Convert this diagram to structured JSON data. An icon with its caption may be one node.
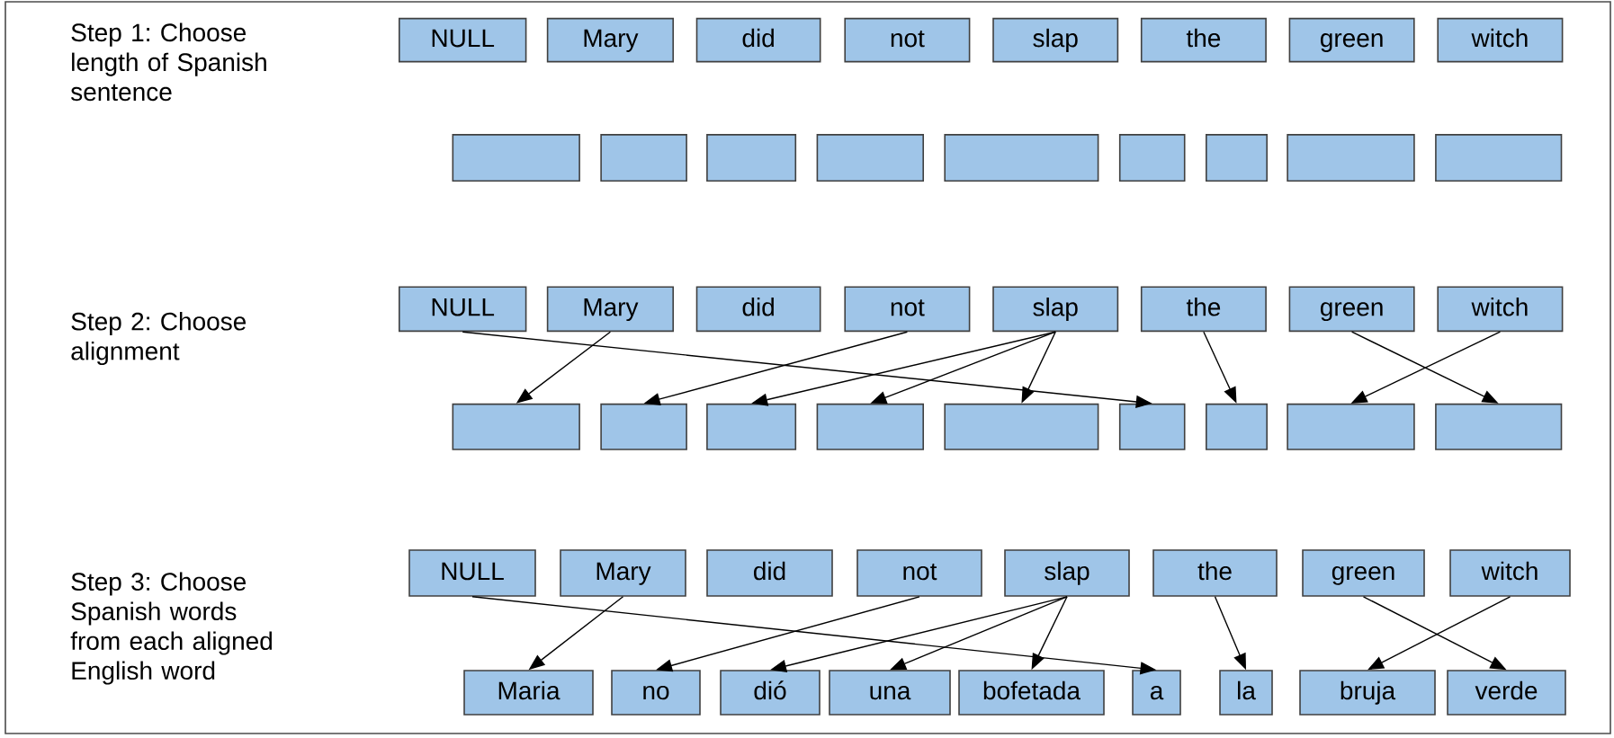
{
  "diagram": {
    "nodes": [
      {
        "text": [
          "NULL"
        ]
      },
      {
        "text": [
          "Mary"
        ]
      },
      {
        "text": [
          "did"
        ]
      },
      {
        "text": [
          "not"
        ]
      },
      {
        "text": [
          "slap"
        ]
      },
      {
        "text": [
          "the"
        ]
      },
      {
        "text": [
          "green"
        ]
      },
      {
        "text": [
          "witch"
        ]
      },
      {
        "text": [],
        "shape": "box"
      },
      {
        "text": [],
        "shape": "box"
      },
      {
        "text": [],
        "shape": "box"
      },
      {
        "text": [],
        "shape": "box"
      },
      {
        "text": [],
        "shape": "box"
      },
      {
        "text": [],
        "shape": "box"
      },
      {
        "text": [],
        "shape": "box"
      },
      {
        "text": [],
        "shape": "box"
      },
      {
        "text": [],
        "shape": "box"
      },
      {
        "text": [
          "NULL"
        ]
      },
      {
        "text": [
          "Mary"
        ]
      },
      {
        "text": [
          "did"
        ]
      },
      {
        "text": [
          "not"
        ]
      },
      {
        "text": [
          "slap"
        ]
      },
      {
        "text": [
          "the"
        ]
      },
      {
        "text": [
          "green"
        ]
      },
      {
        "text": [
          "witch"
        ]
      },
      {
        "text": [],
        "shape": "box"
      },
      {
        "text": [],
        "shape": "box"
      },
      {
        "text": [],
        "shape": "box"
      },
      {
        "text": [],
        "shape": "box"
      },
      {
        "text": [],
        "shape": "box"
      },
      {
        "text": [],
        "shape": "box"
      },
      {
        "text": [],
        "shape": "box"
      },
      {
        "text": [],
        "shape": "box"
      },
      {
        "text": [],
        "shape": "box"
      },
      {
        "text": [
          "NULL"
        ]
      },
      {
        "text": [
          "Mary"
        ]
      },
      {
        "text": [
          "did"
        ]
      },
      {
        "text": [
          "not"
        ]
      },
      {
        "text": [
          "slap"
        ]
      },
      {
        "text": [
          "the"
        ]
      },
      {
        "text": [
          "green"
        ]
      },
      {
        "text": [
          "witch"
        ]
      },
      {
        "text": [
          "Maria"
        ]
      },
      {
        "text": [
          "no"
        ]
      },
      {
        "text": [
          "dió"
        ]
      },
      {
        "text": [
          "una"
        ]
      },
      {
        "text": [
          "bofetada"
        ]
      },
      {
        "text": [
          "a"
        ]
      },
      {
        "text": [
          "la"
        ]
      },
      {
        "text": [
          "bruja"
        ]
      },
      {
        "text": [
          "verde"
        ]
      }
    ],
    "edges": [
      {
        "from": 17,
        "to": 30,
        "arrow": "to"
      },
      {
        "from": 18,
        "to": 25,
        "arrow": "to"
      },
      {
        "from": 20,
        "to": 26,
        "arrow": "to"
      },
      {
        "from": 21,
        "to": 27,
        "arrow": "to"
      },
      {
        "from": 21,
        "to": 28,
        "arrow": "to"
      },
      {
        "from": 21,
        "to": 29,
        "arrow": "to"
      },
      {
        "from": 22,
        "to": 31,
        "arrow": "to"
      },
      {
        "from": 23,
        "to": 33,
        "arrow": "to"
      },
      {
        "from": 24,
        "to": 32,
        "arrow": "to"
      },
      {
        "from": 34,
        "to": 47,
        "arrow": "to"
      },
      {
        "from": 35,
        "to": 42,
        "arrow": "to"
      },
      {
        "from": 37,
        "to": 43,
        "arrow": "to"
      },
      {
        "from": 38,
        "to": 44,
        "arrow": "to"
      },
      {
        "from": 38,
        "to": 45,
        "arrow": "to"
      },
      {
        "from": 38,
        "to": 46,
        "arrow": "to"
      },
      {
        "from": 39,
        "to": 48,
        "arrow": "to"
      },
      {
        "from": 40,
        "to": 50,
        "arrow": "to"
      },
      {
        "from": 41,
        "to": 49,
        "arrow": "to"
      }
    ],
    "labels": [
      "Step 1: Choose length of Spanish sentence",
      "Step 2: Choose alignment",
      "Step 3: Choose Spanish words from each aligned English word"
    ]
  }
}
